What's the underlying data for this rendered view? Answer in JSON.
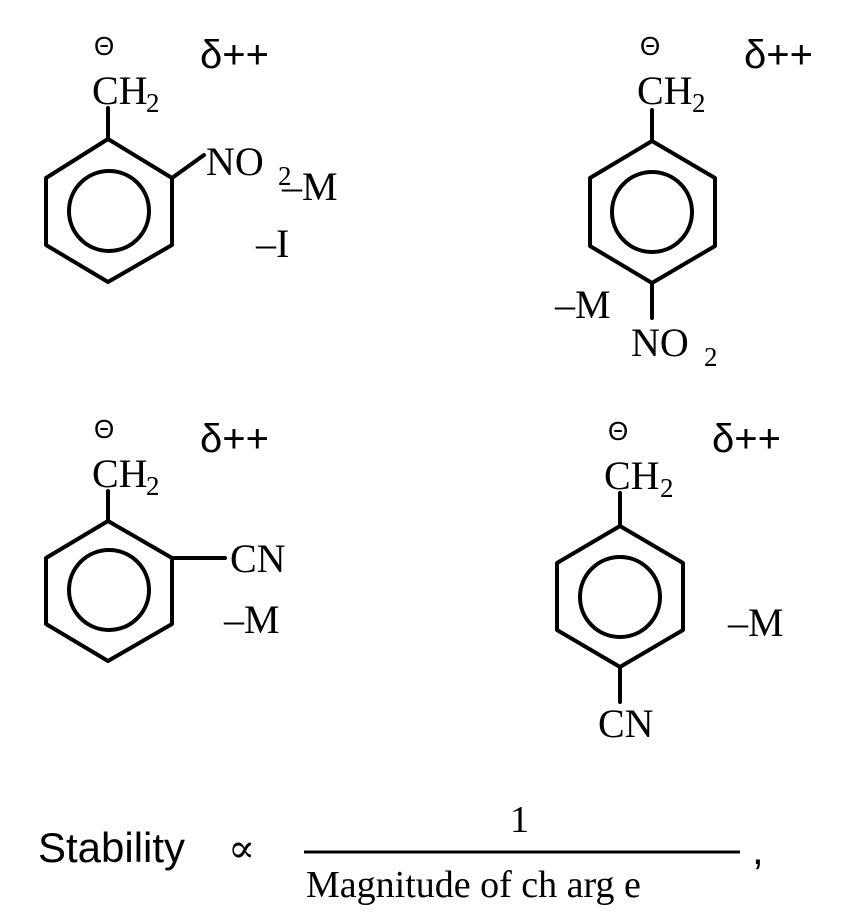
{
  "structures": {
    "ortho_nitro": {
      "charge": "Θ",
      "ch2": "CH",
      "ch2_sub": "2",
      "delta": "δ++",
      "group": "NO",
      "group_sub": "2",
      "effect_m": "–M",
      "effect_i": "–I"
    },
    "para_nitro": {
      "charge": "Θ",
      "ch2": "CH",
      "ch2_sub": "2",
      "delta": "δ++",
      "group": "NO",
      "group_sub": "2",
      "effect_m": "–M"
    },
    "ortho_cyano": {
      "charge": "Θ",
      "ch2": "CH",
      "ch2_sub": "2",
      "delta": "δ++",
      "group": "CN",
      "effect_m": "–M"
    },
    "para_cyano": {
      "charge": "Θ",
      "ch2": "CH",
      "ch2_sub": "2",
      "delta": "δ++",
      "group": "CN",
      "effect_m": "–M"
    }
  },
  "formula": {
    "label": "Stability",
    "proportional": "∝",
    "numerator": "1",
    "denominator": "Magnitude of ch arg e",
    "trailing": ","
  }
}
